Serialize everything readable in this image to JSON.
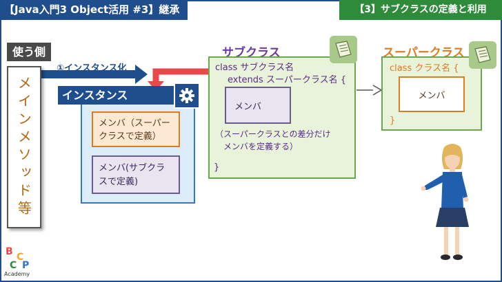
{
  "header": {
    "left_title": "【Java入門3 Object活用 #3】継承",
    "right_title": "【3】サブクラスの定義と利用"
  },
  "caller": {
    "label": "使う側",
    "text": "メインメソッド等"
  },
  "arrow": {
    "label": "①インスタンス化"
  },
  "instance": {
    "title": "インスタンス",
    "member_super": "メンバ（スーパークラスで定義）",
    "member_sub": "メンバ(サブクラスで定義)"
  },
  "subclass": {
    "title": "サブクラス",
    "line1": "class サブクラス名",
    "line2": "extends スーパークラス名 {",
    "member": "メンバ",
    "note_line1": "（スーパークラスとの差分だけ",
    "note_line2": "メンバを定義する）",
    "close": "}"
  },
  "superclass": {
    "title": "スーパークラス",
    "line1": "class クラス名 {",
    "member": "メンバ",
    "close": "}"
  },
  "logo": {
    "letters": [
      "B",
      "C",
      "C",
      "P"
    ],
    "text": "Academy"
  },
  "icons": {
    "gear": "gear-icon",
    "doc": "document-icon"
  },
  "colors": {
    "navy": "#1f4e8c",
    "green": "#2e8b3a",
    "purple": "#5b2a8c",
    "orange": "#e07b1f",
    "red": "#e84a4a"
  }
}
